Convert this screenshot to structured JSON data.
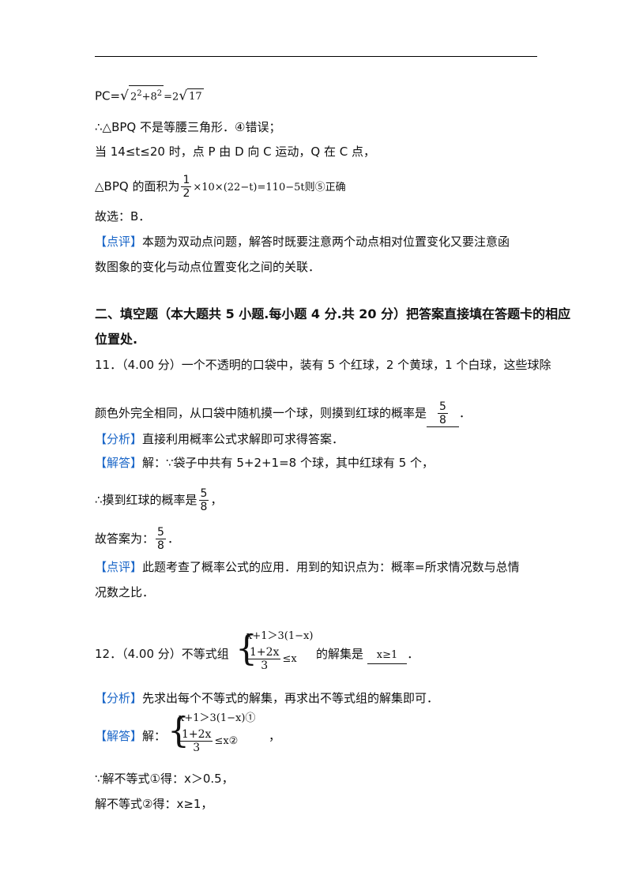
{
  "line1": {
    "lhs": "PC=",
    "radicand_a": "2",
    "exp_a": "2",
    "plus": "+8",
    "exp_b": "2",
    "eq": "=2",
    "radicand_b": "17"
  },
  "line2": "∴△BPQ 不是等腰三角形．④错误；",
  "line3": "当 14≤t≤20 时，点 P 由 D 向 C 运动，Q 在 C 点，",
  "line4": {
    "pre": "△BPQ 的面积为",
    "num": "1",
    "den": "2",
    "post": "×10×(22−t)=110−5t则⑤正确"
  },
  "line5": "故选：B．",
  "comment1": {
    "tag": "【点评】",
    "text1": "本题为双动点问题，解答时既要注意两个动点相对位置变化又要注意函",
    "text2": "数图象的变化与动点位置变化之间的关联．"
  },
  "section2": {
    "line1": "二、填空题（本大题共 5 小题.每小题 4 分.共 20 分）把答案直接填在答题卡的相应",
    "line2": "位置处."
  },
  "q11": {
    "line1": "11．（4.00 分）一个不透明的口袋中，装有 5 个红球，2 个黄球，1 个白球，这些球除",
    "line2_pre": "颜色外完全相同，从口袋中随机摸一个球，则摸到红球的概率是",
    "ans_num": "5",
    "ans_den": "8",
    "line2_post": "．",
    "analysis_tag": "【分析】",
    "analysis": "直接利用概率公式求解即可求得答案．",
    "solution_tag": "【解答】",
    "solution": "解：∵袋子中共有 5+2+1=8 个球，其中红球有 5 个，",
    "prob_pre": "∴摸到红球的概率是",
    "prob_num": "5",
    "prob_den": "8",
    "prob_post": "，",
    "final_pre": "故答案为：",
    "final_num": "5",
    "final_den": "8",
    "final_post": "．",
    "comment_tag": "【点评】",
    "comment1": "此题考查了概率公式的应用．用到的知识点为：概率=所求情况数与总情",
    "comment2": "况数之比．"
  },
  "q12": {
    "pre": "12．（4.00 分）不等式组",
    "ineq1": "x+1＞3(1−x)",
    "ineq2_num": "1+2x",
    "ineq2_den": "3",
    "ineq2_rel": "≤x",
    "mid": "的解集是",
    "answer": "x≥1",
    "post": "．",
    "analysis_tag": "【分析】",
    "analysis": "先求出每个不等式的解集，再求出不等式组的解集即可．",
    "solution_tag": "【解答】",
    "solution_pre": "解：",
    "sol_ineq1": "x+1＞3(1−x)①",
    "sol_ineq2_num": "1+2x",
    "sol_ineq2_den": "3",
    "sol_ineq2_rel": "≤x②",
    "solution_post": "，",
    "step1": "∵解不等式①得：x＞0.5，",
    "step2": "解不等式②得：x≥1，"
  }
}
